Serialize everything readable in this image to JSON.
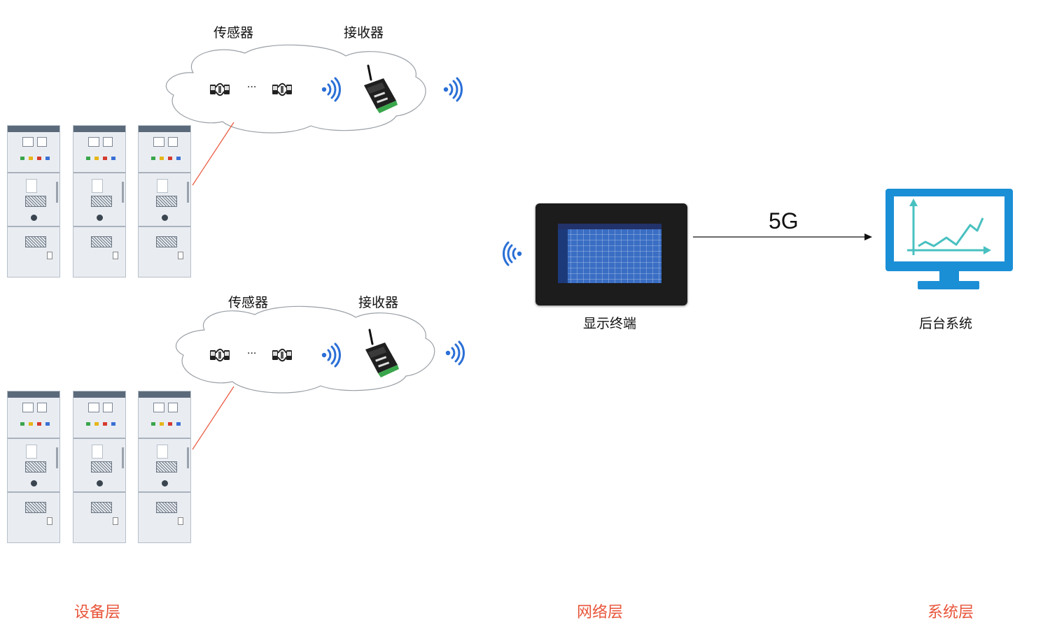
{
  "top_group": {
    "sensor_label": "传感器",
    "receiver_label": "接收器"
  },
  "bottom_group": {
    "sensor_label": "传感器",
    "receiver_label": "接收器"
  },
  "terminal": {
    "label": "显示终端"
  },
  "link": {
    "label": "5G"
  },
  "backend": {
    "label": "后台系统"
  },
  "layers": {
    "device": "设备层",
    "network": "网络层",
    "system": "系统层"
  },
  "ellipsis": "···",
  "colors": {
    "layer_text": "#e8553a",
    "connector_line": "#e8553a",
    "monitor_blue": "#1b8fd6",
    "chart_teal": "#49c0c0",
    "wifi_blue": "#2a6fd6"
  }
}
